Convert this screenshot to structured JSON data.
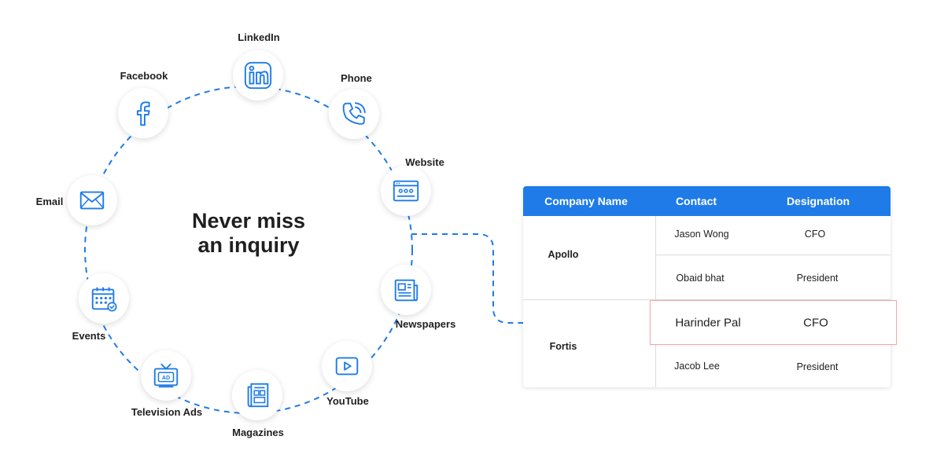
{
  "headline": {
    "line1": "Never miss",
    "line2": "an inquiry"
  },
  "colors": {
    "accent": "#1e7be8",
    "highlight_border": "#f2a9a9",
    "text": "#1f1f1f"
  },
  "channels": [
    {
      "label": "LinkedIn",
      "icon": "linkedin-icon"
    },
    {
      "label": "Phone",
      "icon": "phone-icon"
    },
    {
      "label": "Website",
      "icon": "website-icon"
    },
    {
      "label": "Newspapers",
      "icon": "newspaper-icon"
    },
    {
      "label": "YouTube",
      "icon": "youtube-icon"
    },
    {
      "label": "Magazines",
      "icon": "magazine-icon"
    },
    {
      "label": "Television Ads",
      "icon": "tv-ad-icon"
    },
    {
      "label": "Events",
      "icon": "calendar-icon"
    },
    {
      "label": "Email",
      "icon": "email-icon"
    },
    {
      "label": "Facebook",
      "icon": "facebook-icon"
    }
  ],
  "tv_badge": "AD",
  "table": {
    "headers": [
      "Company Name",
      "Contact",
      "Designation"
    ],
    "companies": [
      "Apollo",
      "Fortis"
    ],
    "rows": [
      {
        "contact": "Jason Wong",
        "designation": "CFO"
      },
      {
        "contact": "Obaid bhat",
        "designation": "President"
      },
      {
        "contact": "Harinder Pal",
        "designation": "CFO"
      },
      {
        "contact": "Jacob Lee",
        "designation": "President"
      }
    ]
  }
}
